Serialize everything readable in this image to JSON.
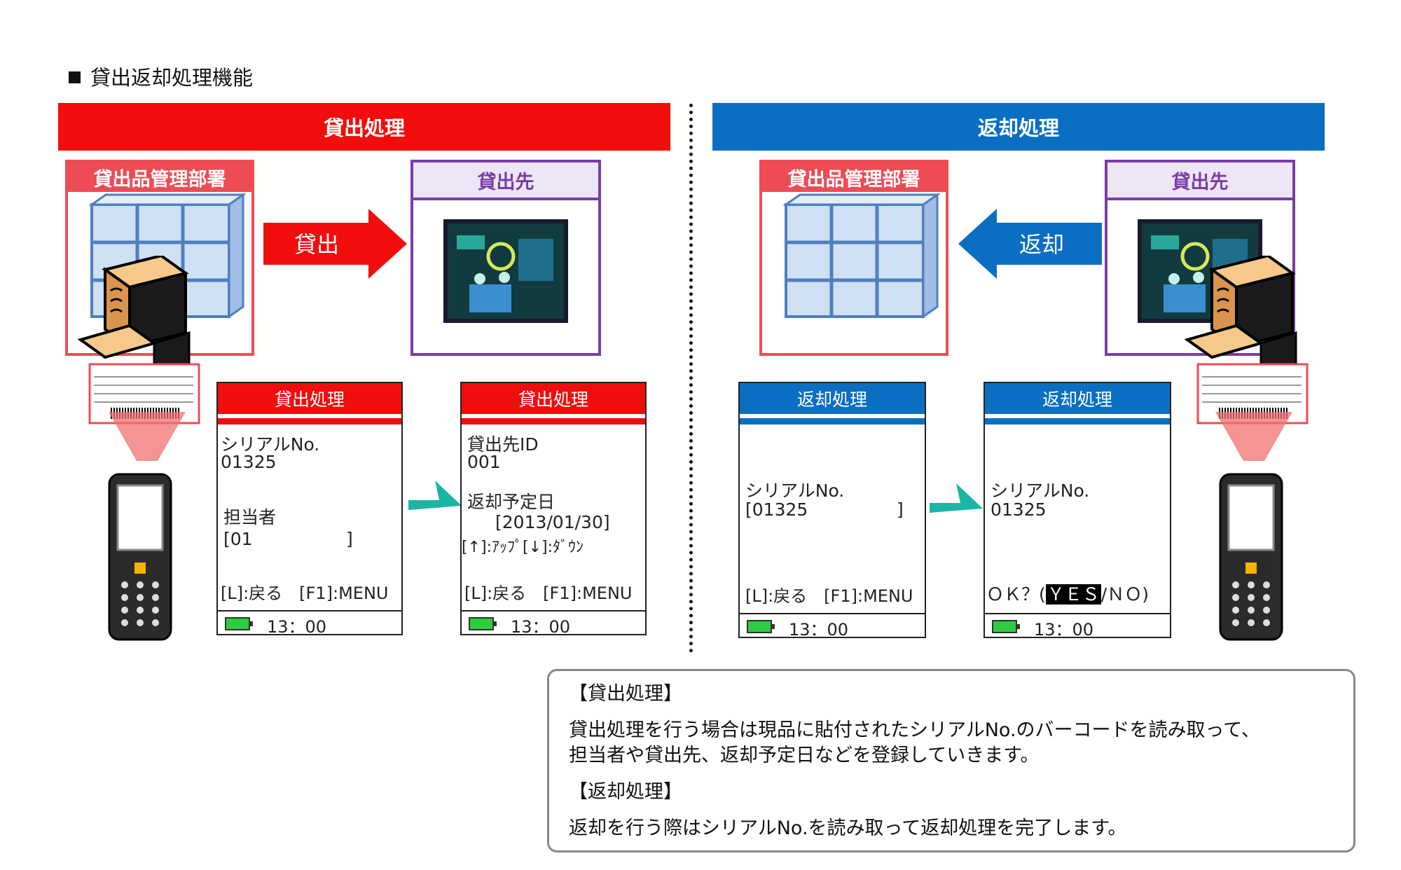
{
  "title": "貸出返却処理機能",
  "loan": {
    "banner": "貸出処理",
    "dept_label": "貸出品管理部署",
    "dest_label": "貸出先",
    "arrow_label": "貸出",
    "screen1": {
      "header": "貸出処理",
      "serial_label": "シリアルNo.",
      "serial_value": "01325",
      "person_label": "担当者",
      "person_value": "[01",
      "person_close": "]",
      "footer_keys": "[L]:戻る　[F1]:MENU",
      "time": "13：00"
    },
    "screen2": {
      "header": "貸出処理",
      "dest_id_label": "貸出先ID",
      "dest_id_value": "001",
      "due_label": "返却予定日",
      "due_value": "[2013/01/30]",
      "updown_hint": "[↑]:ｱｯﾌﾟ[↓]:ﾀﾞｳﾝ",
      "footer_keys": "[L]:戻る　[F1]:MENU",
      "time": "13：00"
    }
  },
  "return": {
    "banner": "返却処理",
    "dept_label": "貸出品管理部署",
    "dest_label": "貸出先",
    "arrow_label": "返却",
    "screen1": {
      "header": "返却処理",
      "serial_label": "シリアルNo.",
      "serial_value": "[01325",
      "serial_close": "]",
      "footer_keys": "[L]:戻る　[F1]:MENU",
      "time": "13：00"
    },
    "screen2": {
      "header": "返却処理",
      "serial_label": "シリアルNo.",
      "serial_value": "01325",
      "ok_prefix": "ＯＫ？(",
      "ok_yes": "ＹＥＳ",
      "ok_suffix": "/ＮＯ)",
      "time": "13：00"
    }
  },
  "explanation": {
    "loan_heading": "【貸出処理】",
    "loan_text_1": "貸出処理を行う場合は現品に貼付されたシリアルNo.のバーコードを読み取って、",
    "loan_text_2": "担当者や貸出先、返却予定日などを登録していきます。",
    "return_heading": "【返却処理】",
    "return_text": "返却を行う際はシリアルNo.を読み取って返却処理を完了します。"
  },
  "colors": {
    "loan_red": "#f20d0d",
    "return_blue": "#0a6fc2",
    "dept_border": "#ee4c55",
    "dest_border": "#7a3ca8",
    "teal_arrow": "#1bb5a6"
  }
}
